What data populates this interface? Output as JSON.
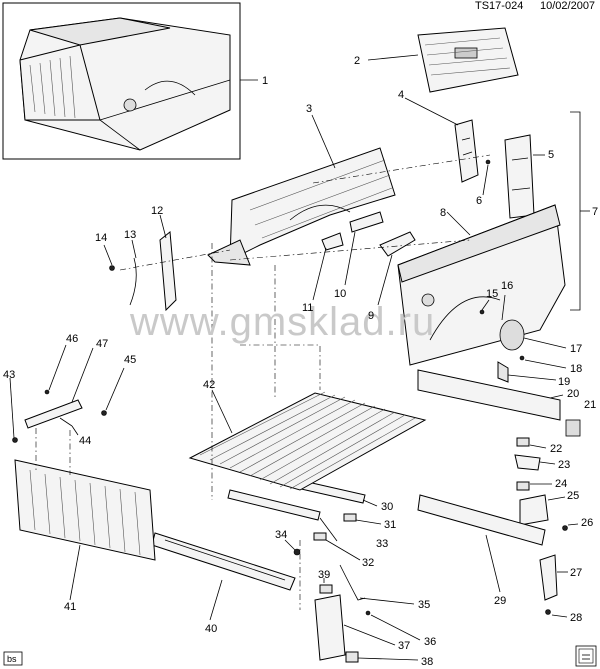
{
  "header": {
    "ref_code": "TS17-024",
    "date": "10/02/2007"
  },
  "watermark": "www.gmsklad.ru",
  "corner_tag": "bs",
  "callouts": [
    "1",
    "2",
    "3",
    "4",
    "5",
    "6",
    "7",
    "8",
    "9",
    "10",
    "11",
    "12",
    "13",
    "14",
    "15",
    "16",
    "17",
    "18",
    "19",
    "20",
    "21",
    "22",
    "23",
    "24",
    "25",
    "26",
    "27",
    "28",
    "29",
    "30",
    "31",
    "32",
    "33",
    "34",
    "35",
    "36",
    "37",
    "38",
    "39",
    "40",
    "41",
    "42",
    "43",
    "44",
    "45",
    "46",
    "47"
  ]
}
